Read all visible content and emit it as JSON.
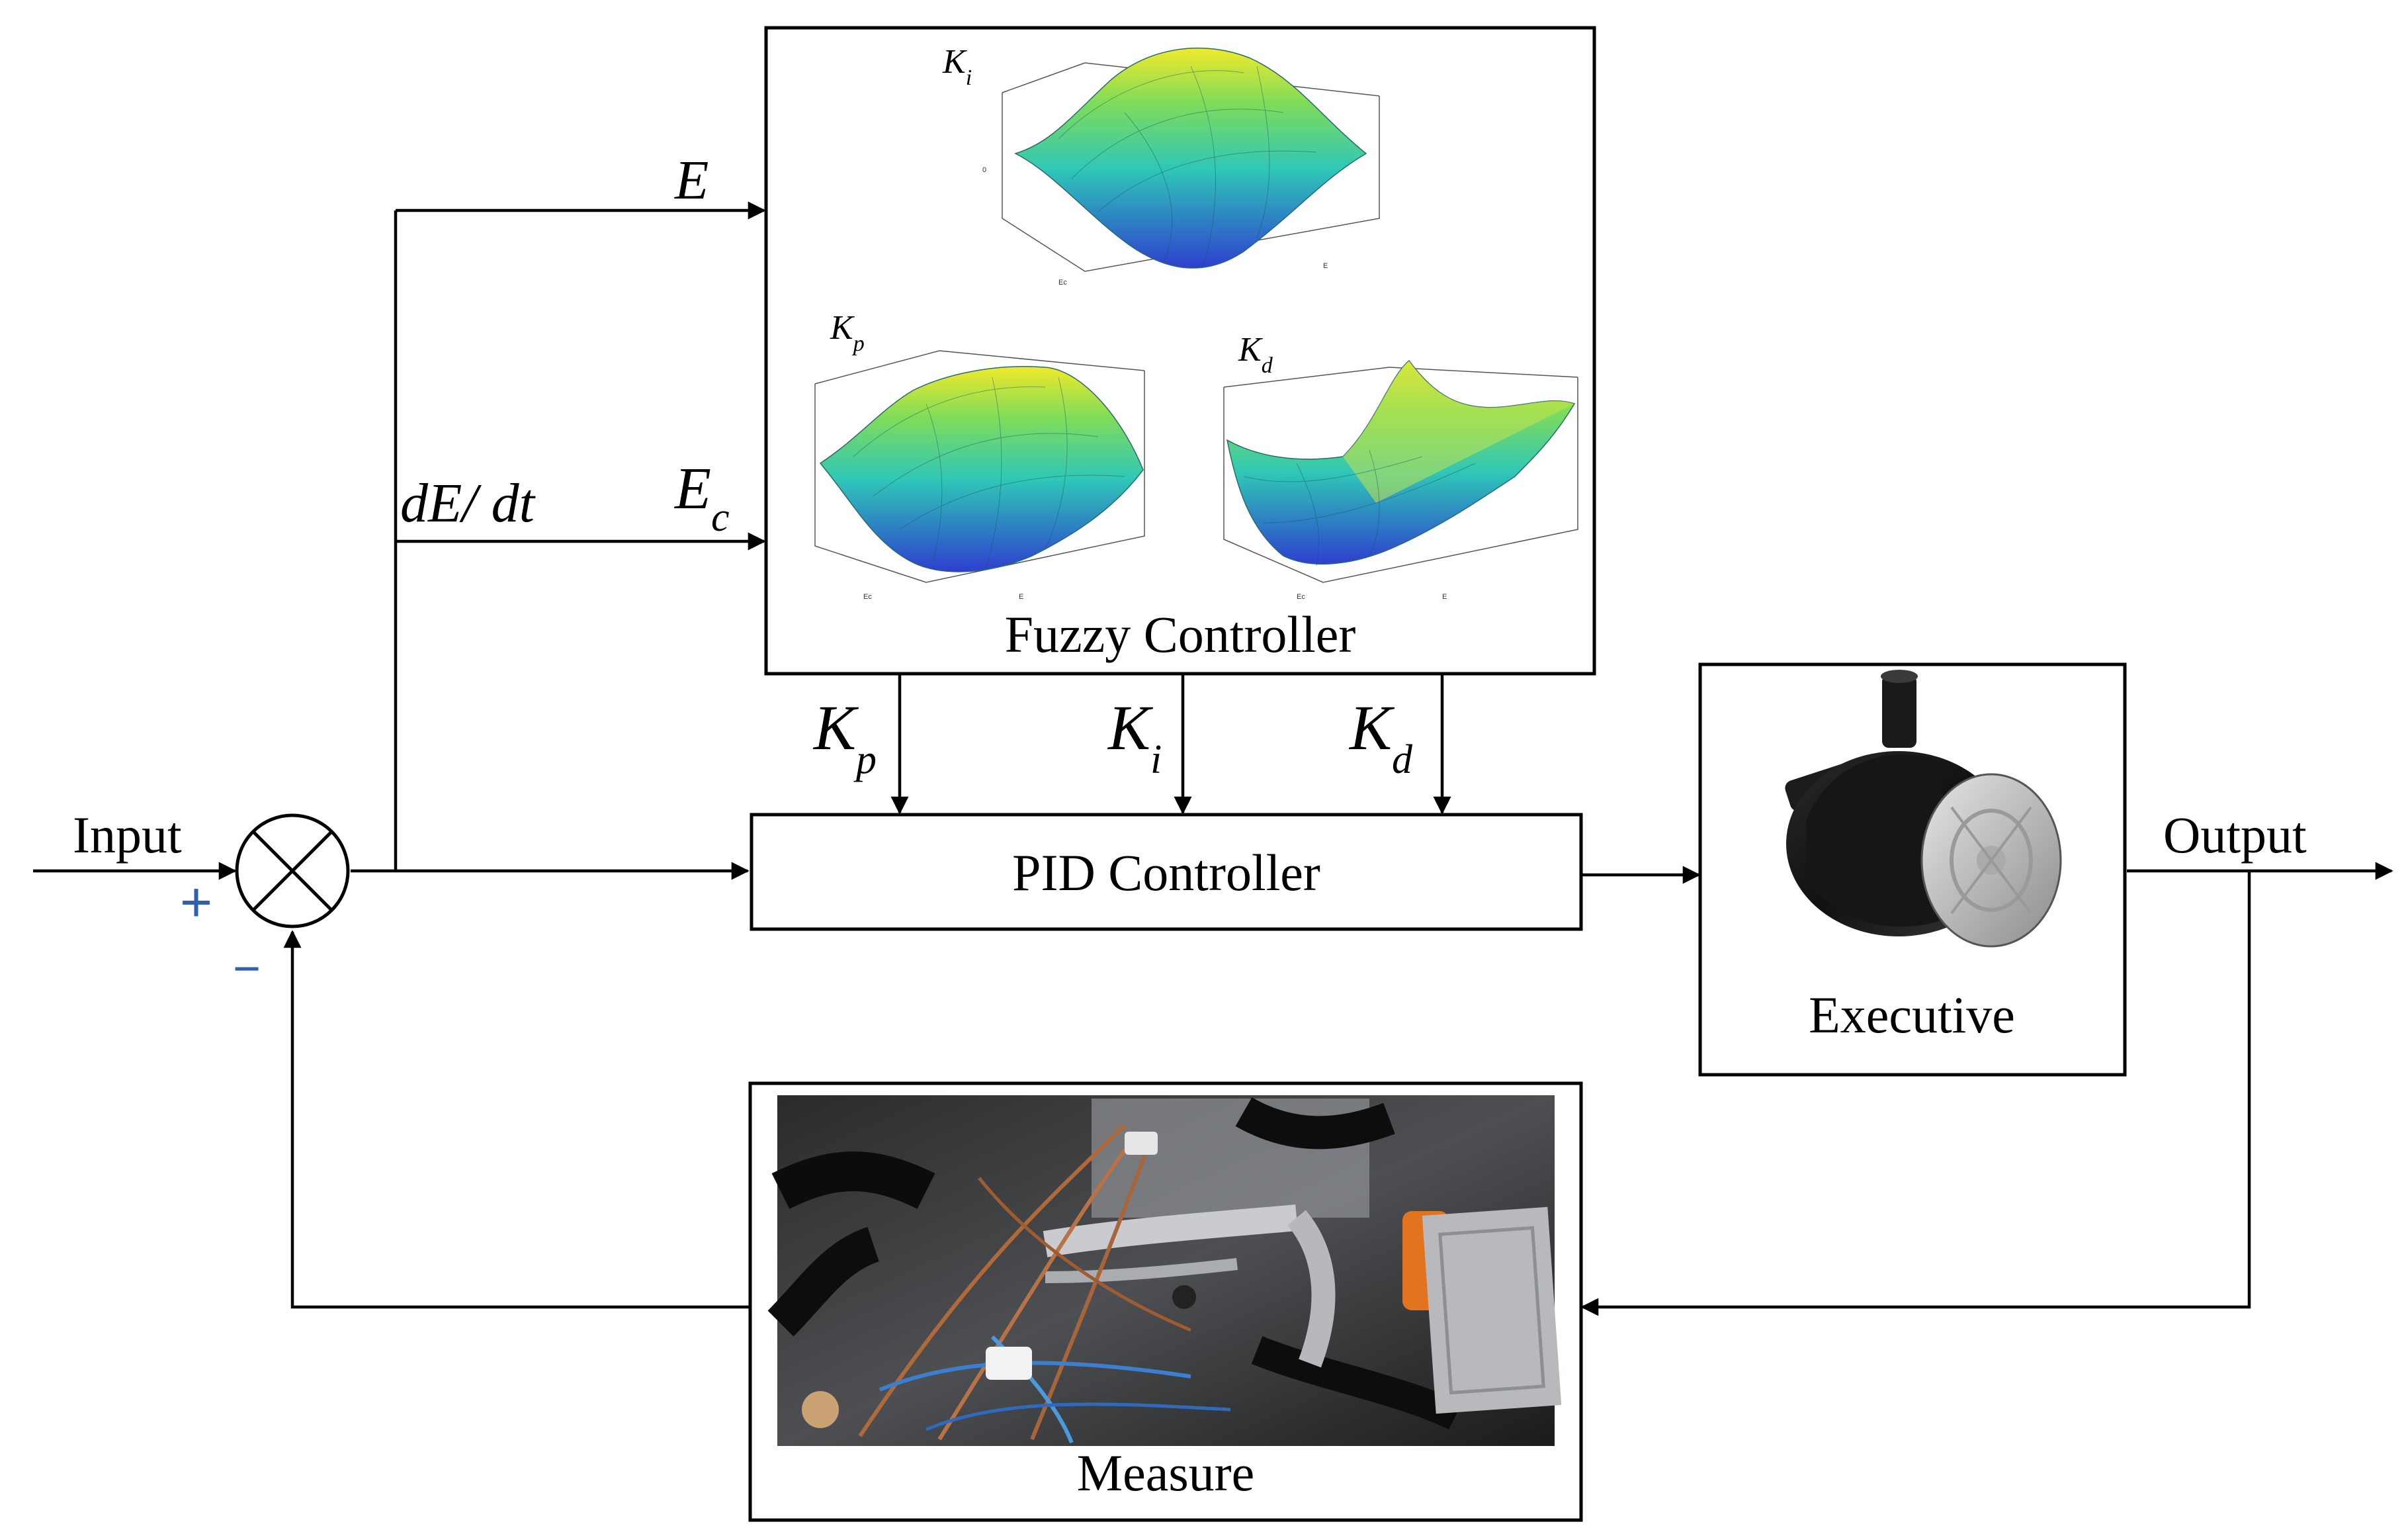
{
  "diagram": {
    "input_label": "Input",
    "output_label": "Output",
    "plus_sign": "+",
    "minus_sign": "−",
    "signal_e": "E",
    "signal_de_dt": "dE/ dt",
    "signal_ec_main": "E",
    "signal_ec_sub": "c",
    "fuzzy_controller_label": "Fuzzy Controller",
    "pid_controller_label": "PID Controller",
    "executive_label": "Executive",
    "measure_label": "Measure",
    "gain_kp_main": "K",
    "gain_kp_sub": "p",
    "gain_ki_main": "K",
    "gain_ki_sub": "i",
    "gain_kd_main": "K",
    "gain_kd_sub": "d",
    "surface_ki_main": "K",
    "surface_ki_sub": "i",
    "surface_kp_main": "K",
    "surface_kp_sub": "p",
    "surface_kd_main": "K",
    "surface_kd_sub": "d",
    "surface_axis_e": "E",
    "surface_axis_ec": "Ec"
  },
  "colors": {
    "wire": "#000000",
    "sign": "#2f5faf",
    "surface_low": "#2e3fcf",
    "surface_mid": "#2fc7b8",
    "surface_high": "#f2e92a"
  }
}
